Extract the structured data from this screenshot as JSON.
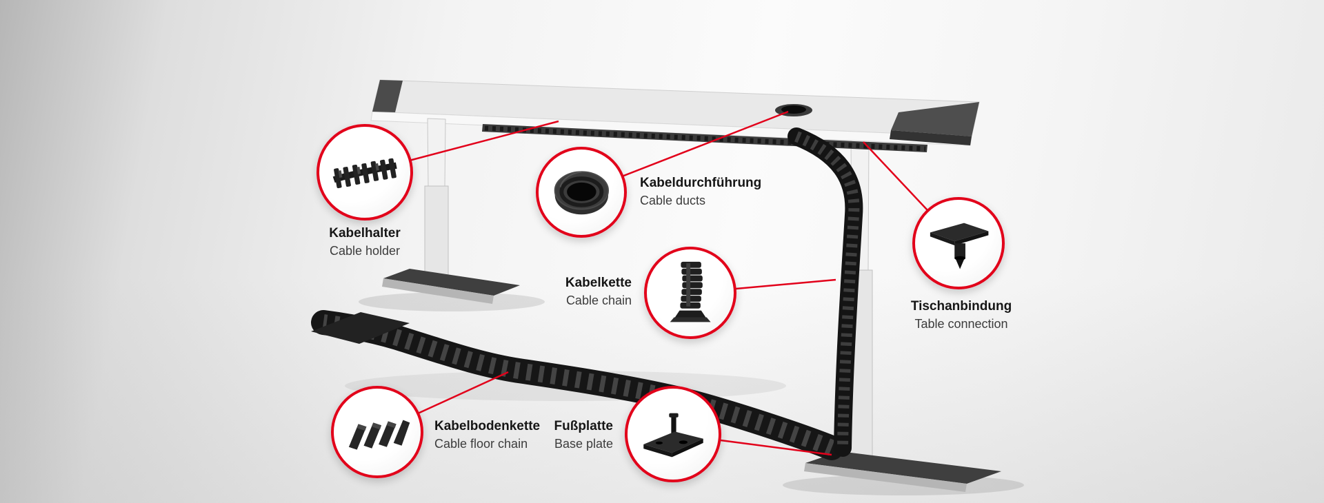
{
  "colors": {
    "accent_red": "#e2001a",
    "label_dark": "#161616",
    "label_gray": "#3c3c3c",
    "chain_black": "#161616"
  },
  "callouts": {
    "kabelhalter": {
      "de": "Kabelhalter",
      "en": "Cable holder",
      "icon": "cable-holder-icon"
    },
    "kabeldurchfuehrung": {
      "de": "Kabeldurchführung",
      "en": "Cable ducts",
      "icon": "cable-grommet-icon"
    },
    "kabelkette": {
      "de": "Kabelkette",
      "en": "Cable chain",
      "icon": "cable-chain-icon"
    },
    "tischanbindung": {
      "de": "Tischanbindung",
      "en": "Table connection",
      "icon": "table-connection-icon"
    },
    "kabelbodenkette": {
      "de": "Kabelbodenkette",
      "en": "Cable floor chain",
      "icon": "floor-chain-icon"
    },
    "fussplatte": {
      "de": "Fußplatte",
      "en": "Base plate",
      "icon": "base-plate-icon"
    }
  }
}
